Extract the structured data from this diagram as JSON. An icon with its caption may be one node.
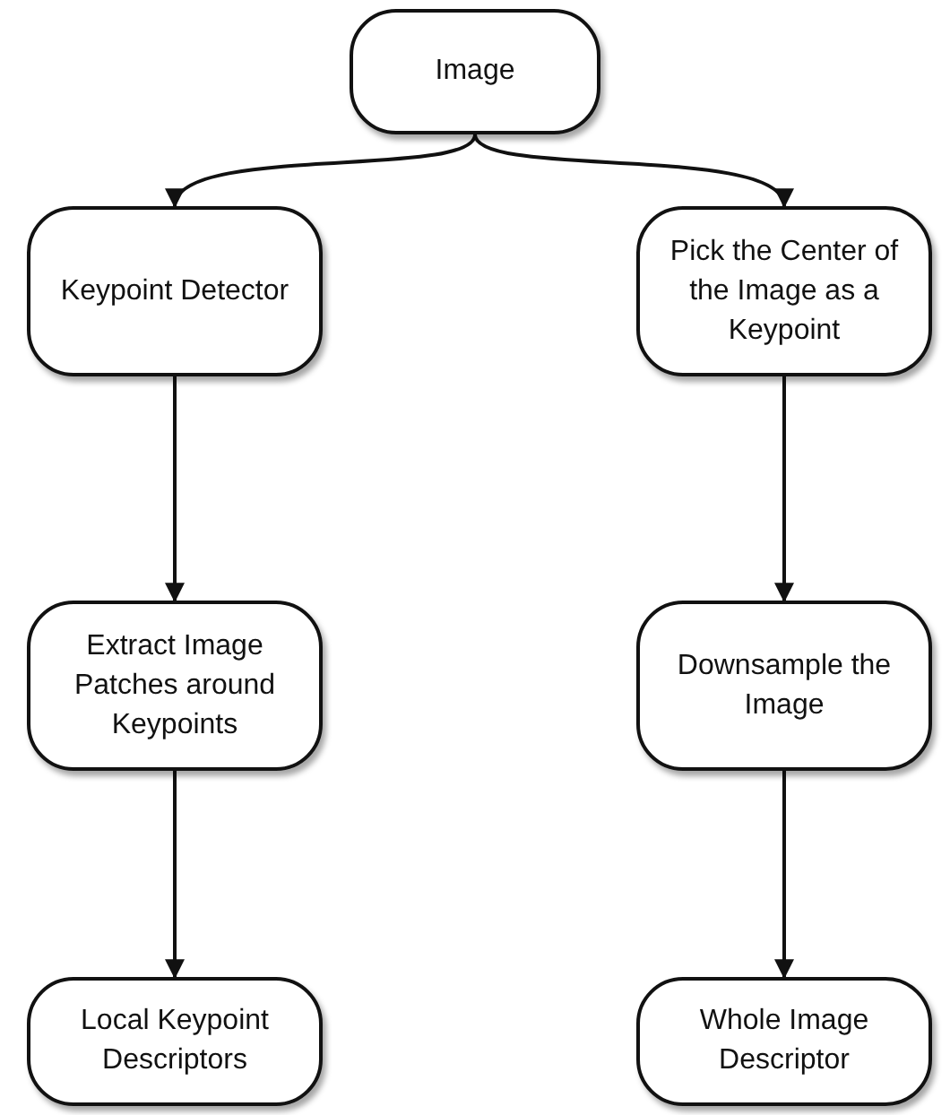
{
  "diagram": {
    "nodes": [
      {
        "text": [
          "Image"
        ]
      },
      {
        "text": [
          "Keypoint Detector"
        ]
      },
      {
        "text": [
          "Pick the Center of the Image as a Keypoint"
        ]
      },
      {
        "text": [
          "Extract Image Patches around Keypoints"
        ]
      },
      {
        "text": [
          "Downsample the Image"
        ]
      },
      {
        "text": [
          "Local Keypoint Descriptors"
        ]
      },
      {
        "text": [
          "Whole Image Descriptor"
        ]
      }
    ],
    "edges": [
      {
        "from": 0,
        "to": 1,
        "arrow": "to"
      },
      {
        "from": 0,
        "to": 2,
        "arrow": "to"
      },
      {
        "from": 1,
        "to": 3,
        "arrow": "to"
      },
      {
        "from": 3,
        "to": 5,
        "arrow": "to"
      },
      {
        "from": 2,
        "to": 4,
        "arrow": "to"
      },
      {
        "from": 4,
        "to": 6,
        "arrow": "to"
      }
    ]
  }
}
